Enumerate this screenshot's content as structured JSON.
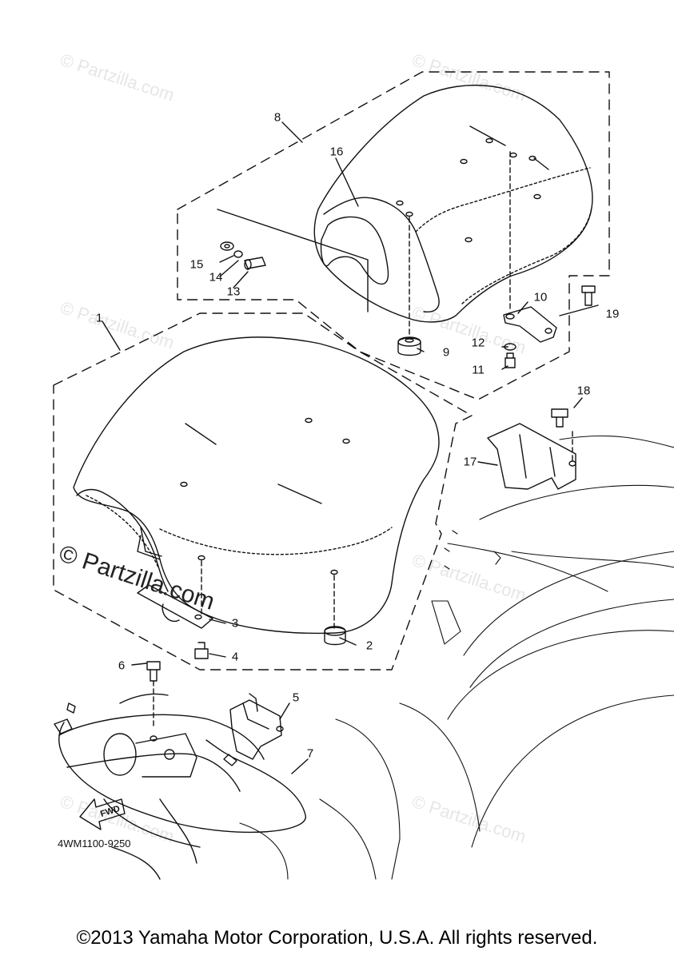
{
  "callouts": [
    {
      "label": "1",
      "part": "seat-assembly"
    },
    {
      "label": "2",
      "part": "damper"
    },
    {
      "label": "3",
      "part": "bracket"
    },
    {
      "label": "4",
      "part": "bolt"
    },
    {
      "label": "5",
      "part": "seat-lock"
    },
    {
      "label": "6",
      "part": "bolt"
    },
    {
      "label": "7",
      "part": "cable"
    },
    {
      "label": "8",
      "part": "rear-seat-assembly"
    },
    {
      "label": "9",
      "part": "damper"
    },
    {
      "label": "10",
      "part": "bracket"
    },
    {
      "label": "11",
      "part": "bolt"
    },
    {
      "label": "12",
      "part": "washer"
    },
    {
      "label": "13",
      "part": "bolt"
    },
    {
      "label": "14",
      "part": "spring-washer"
    },
    {
      "label": "15",
      "part": "washer"
    },
    {
      "label": "16",
      "part": "seat-cover"
    },
    {
      "label": "17",
      "part": "stay"
    },
    {
      "label": "18",
      "part": "bolt"
    },
    {
      "label": "19",
      "part": "bolt"
    }
  ],
  "watermark": "© Partzilla.com",
  "fwd_label": "FWD",
  "diagram_code": "4WM1100-9250",
  "copyright": "©2013 Yamaha Motor Corporation, U.S.A. All rights reserved.",
  "colors": {
    "line": "#111111",
    "watermark": "#e6e6e6"
  }
}
